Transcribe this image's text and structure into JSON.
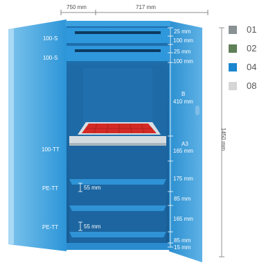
{
  "dimensions": {
    "depth": "750 mm",
    "width": "717 mm",
    "height": "1450 mm"
  },
  "drawer_labels": {
    "drawer1": "100-S",
    "drawer2": "100-S",
    "tray": "100-TT",
    "shelf1": "PE-TT",
    "shelf2": "PE-TT"
  },
  "right_measurements": {
    "m1": "25 mm",
    "m2": "100 mm",
    "m3": "25 mm",
    "m4": "100 mm",
    "b_label": "B",
    "m5": "410 mm",
    "a3_label": "A3",
    "m6": "165 mm",
    "m7": "175 mm",
    "m8": "85 mm",
    "m9": "165 mm",
    "m10": "85 mm",
    "m11": "15 mm"
  },
  "inner_measurements": {
    "shelf1_gap": "55 mm",
    "shelf2_gap": "55 mm"
  },
  "color_legend": [
    {
      "code": "01",
      "color": "#8a9295",
      "icon": "grey-swatch"
    },
    {
      "code": "02",
      "color": "#5f7f57",
      "icon": "green-swatch"
    },
    {
      "code": "04",
      "color": "#1a86cf",
      "icon": "blue-swatch"
    },
    {
      "code": "08",
      "color": "#d6d6d6",
      "icon": "light-grey-swatch"
    }
  ]
}
